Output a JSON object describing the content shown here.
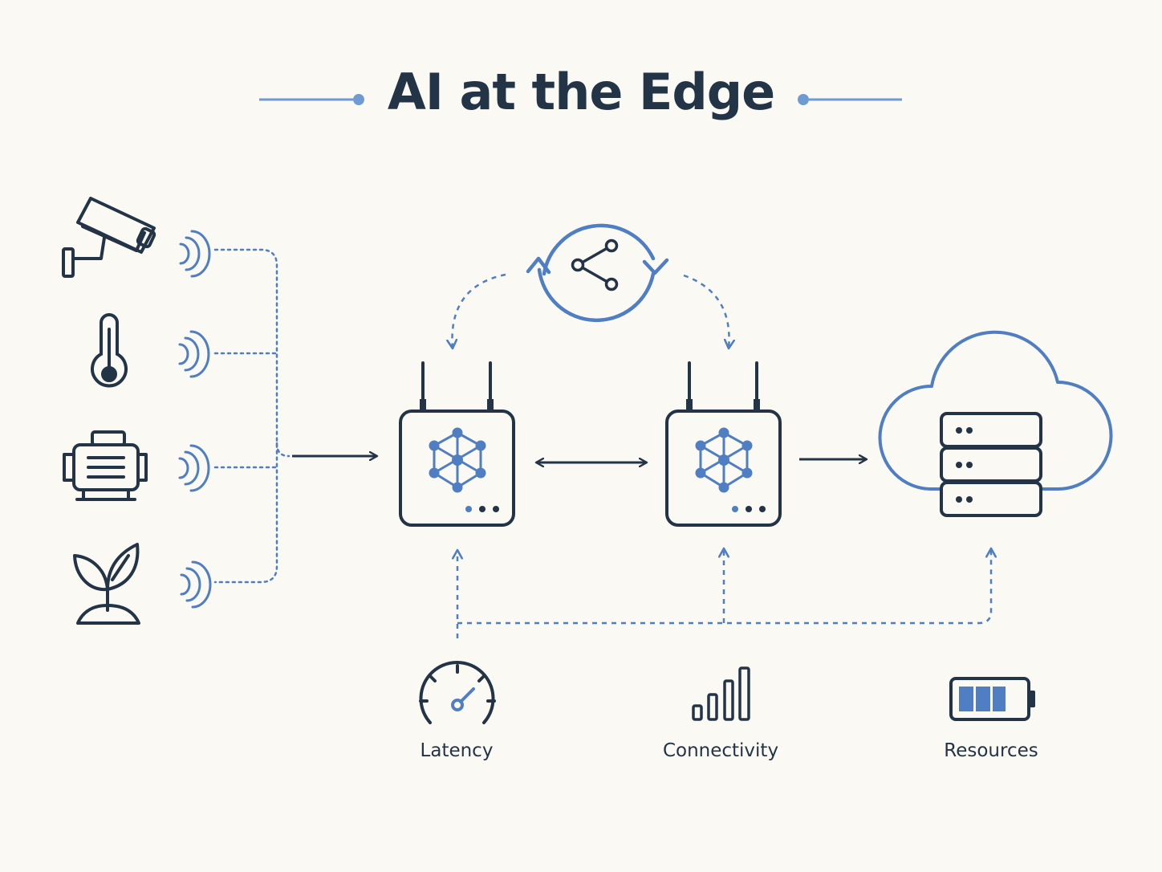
{
  "title": "AI at the Edge",
  "colors": {
    "background": "#faf9f4",
    "dark_stroke": "#233447",
    "accent_blue": "#4f7ec2",
    "light_blue": "#6f9bd3"
  },
  "sensors": [
    {
      "icon": "security-camera-icon"
    },
    {
      "icon": "thermometer-icon"
    },
    {
      "icon": "motor-icon"
    },
    {
      "icon": "plant-sprout-icon"
    }
  ],
  "nodes": [
    {
      "icon": "edge-device-icon",
      "role": "edge node 1"
    },
    {
      "icon": "edge-device-icon",
      "role": "edge node 2"
    },
    {
      "icon": "cloud-server-icon",
      "role": "cloud"
    }
  ],
  "sync": {
    "icon": "share-sync-icon"
  },
  "metrics": [
    {
      "label": "Latency",
      "icon": "speedometer-icon"
    },
    {
      "label": "Connectivity",
      "icon": "signal-bars-icon"
    },
    {
      "label": "Resources",
      "icon": "battery-icon"
    }
  ]
}
